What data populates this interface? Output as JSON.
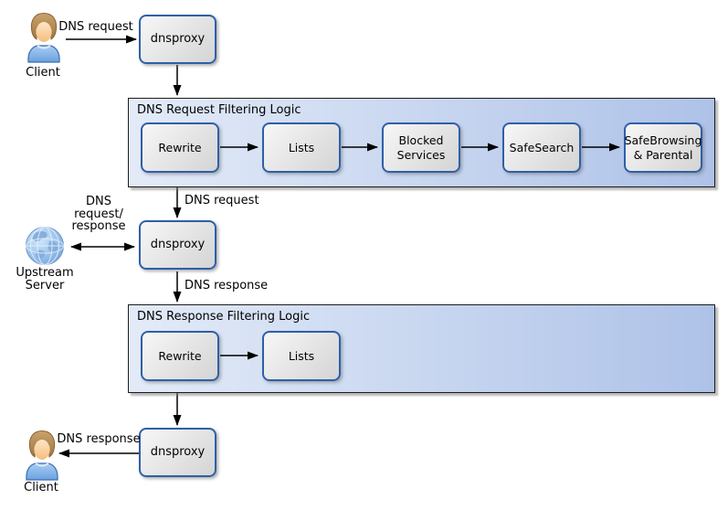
{
  "nodes": {
    "client_top": {
      "label": "Client"
    },
    "client_bottom": {
      "label": "Client"
    },
    "upstream_server": {
      "label_line1": "Upstream",
      "label_line2": "Server"
    },
    "proxy_top": {
      "label": "dnsproxy"
    },
    "proxy_middle": {
      "label": "dnsproxy"
    },
    "proxy_bottom": {
      "label": "dnsproxy"
    }
  },
  "containers": {
    "request": {
      "title": "DNS Request Filtering Logic",
      "boxes": [
        "Rewrite",
        "Lists",
        "Blocked Services",
        "SafeSearch",
        "SafeBrowsing & Parental"
      ]
    },
    "response": {
      "title": "DNS Response Filtering Logic",
      "boxes": [
        "Rewrite",
        "Lists"
      ]
    }
  },
  "edges": {
    "client_to_proxy": {
      "label": "DNS request"
    },
    "filter_to_proxy": {
      "label": "DNS request"
    },
    "upstream_link": {
      "label_line1": "DNS",
      "label_line2": "request/",
      "label_line3": "response"
    },
    "proxy_to_filter": {
      "label": "DNS response"
    },
    "proxy_to_client": {
      "label": "DNS response"
    }
  },
  "colors": {
    "box_border": "#2e5fa8",
    "box_fill_start": "#f7f7f7",
    "box_fill_end": "#d4d4d4",
    "container_border": "#1c1c1c",
    "container_fill_start": "#e3ebf8",
    "container_fill_end": "#aec2e8",
    "arrow": "#000000"
  }
}
